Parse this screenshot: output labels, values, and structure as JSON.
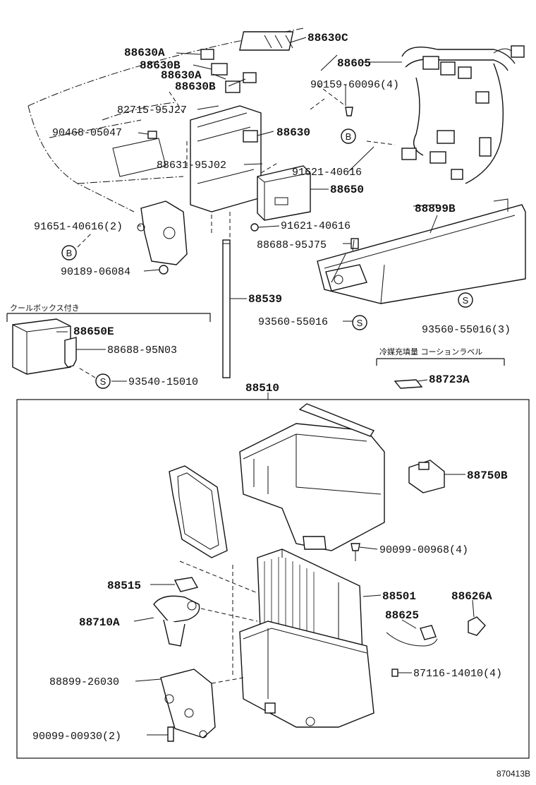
{
  "labels": {
    "p88630C": "88630C",
    "p88630A_1": "88630A",
    "p88630B_1": "88630B",
    "p88630A_2": "88630A",
    "p88630B_2": "88630B",
    "p88605": "88605",
    "p90159": "90159-60096(4)",
    "p82715": "82715-95J27",
    "p88630": "88630",
    "p90468": "90468-05047",
    "p88631": "88631-95J02",
    "p91621_a": "91621-40616",
    "p88650": "88650",
    "p88899B": "88899B",
    "p91651": "91651-40616(2)",
    "p91621_b": "91621-40616",
    "p88688_95J75": "88688-95J75",
    "p90189": "90189-06084",
    "p88539": "88539",
    "p93560_a": "93560-55016",
    "p93560_b": "93560-55016(3)",
    "cool_box_note": "クールボックス付き",
    "p88650E": "88650E",
    "p88688_95N03": "88688-95N03",
    "p93540": "93540-15010",
    "refrigerant_note": "冷媒充填量 コーションラベル",
    "p88723A": "88723A",
    "p88510": "88510",
    "p88750B": "88750B",
    "p90099_968": "90099-00968(4)",
    "p88515": "88515",
    "p88501": "88501",
    "p88626A": "88626A",
    "p88710A": "88710A",
    "p88625": "88625",
    "p88899_26030": "88899-26030",
    "p87116": "87116-14010(4)",
    "p90099_930": "90099-00930(2)"
  },
  "markers": {
    "B": "B",
    "S": "S"
  },
  "footer": {
    "diagram_ref": "870413B"
  }
}
